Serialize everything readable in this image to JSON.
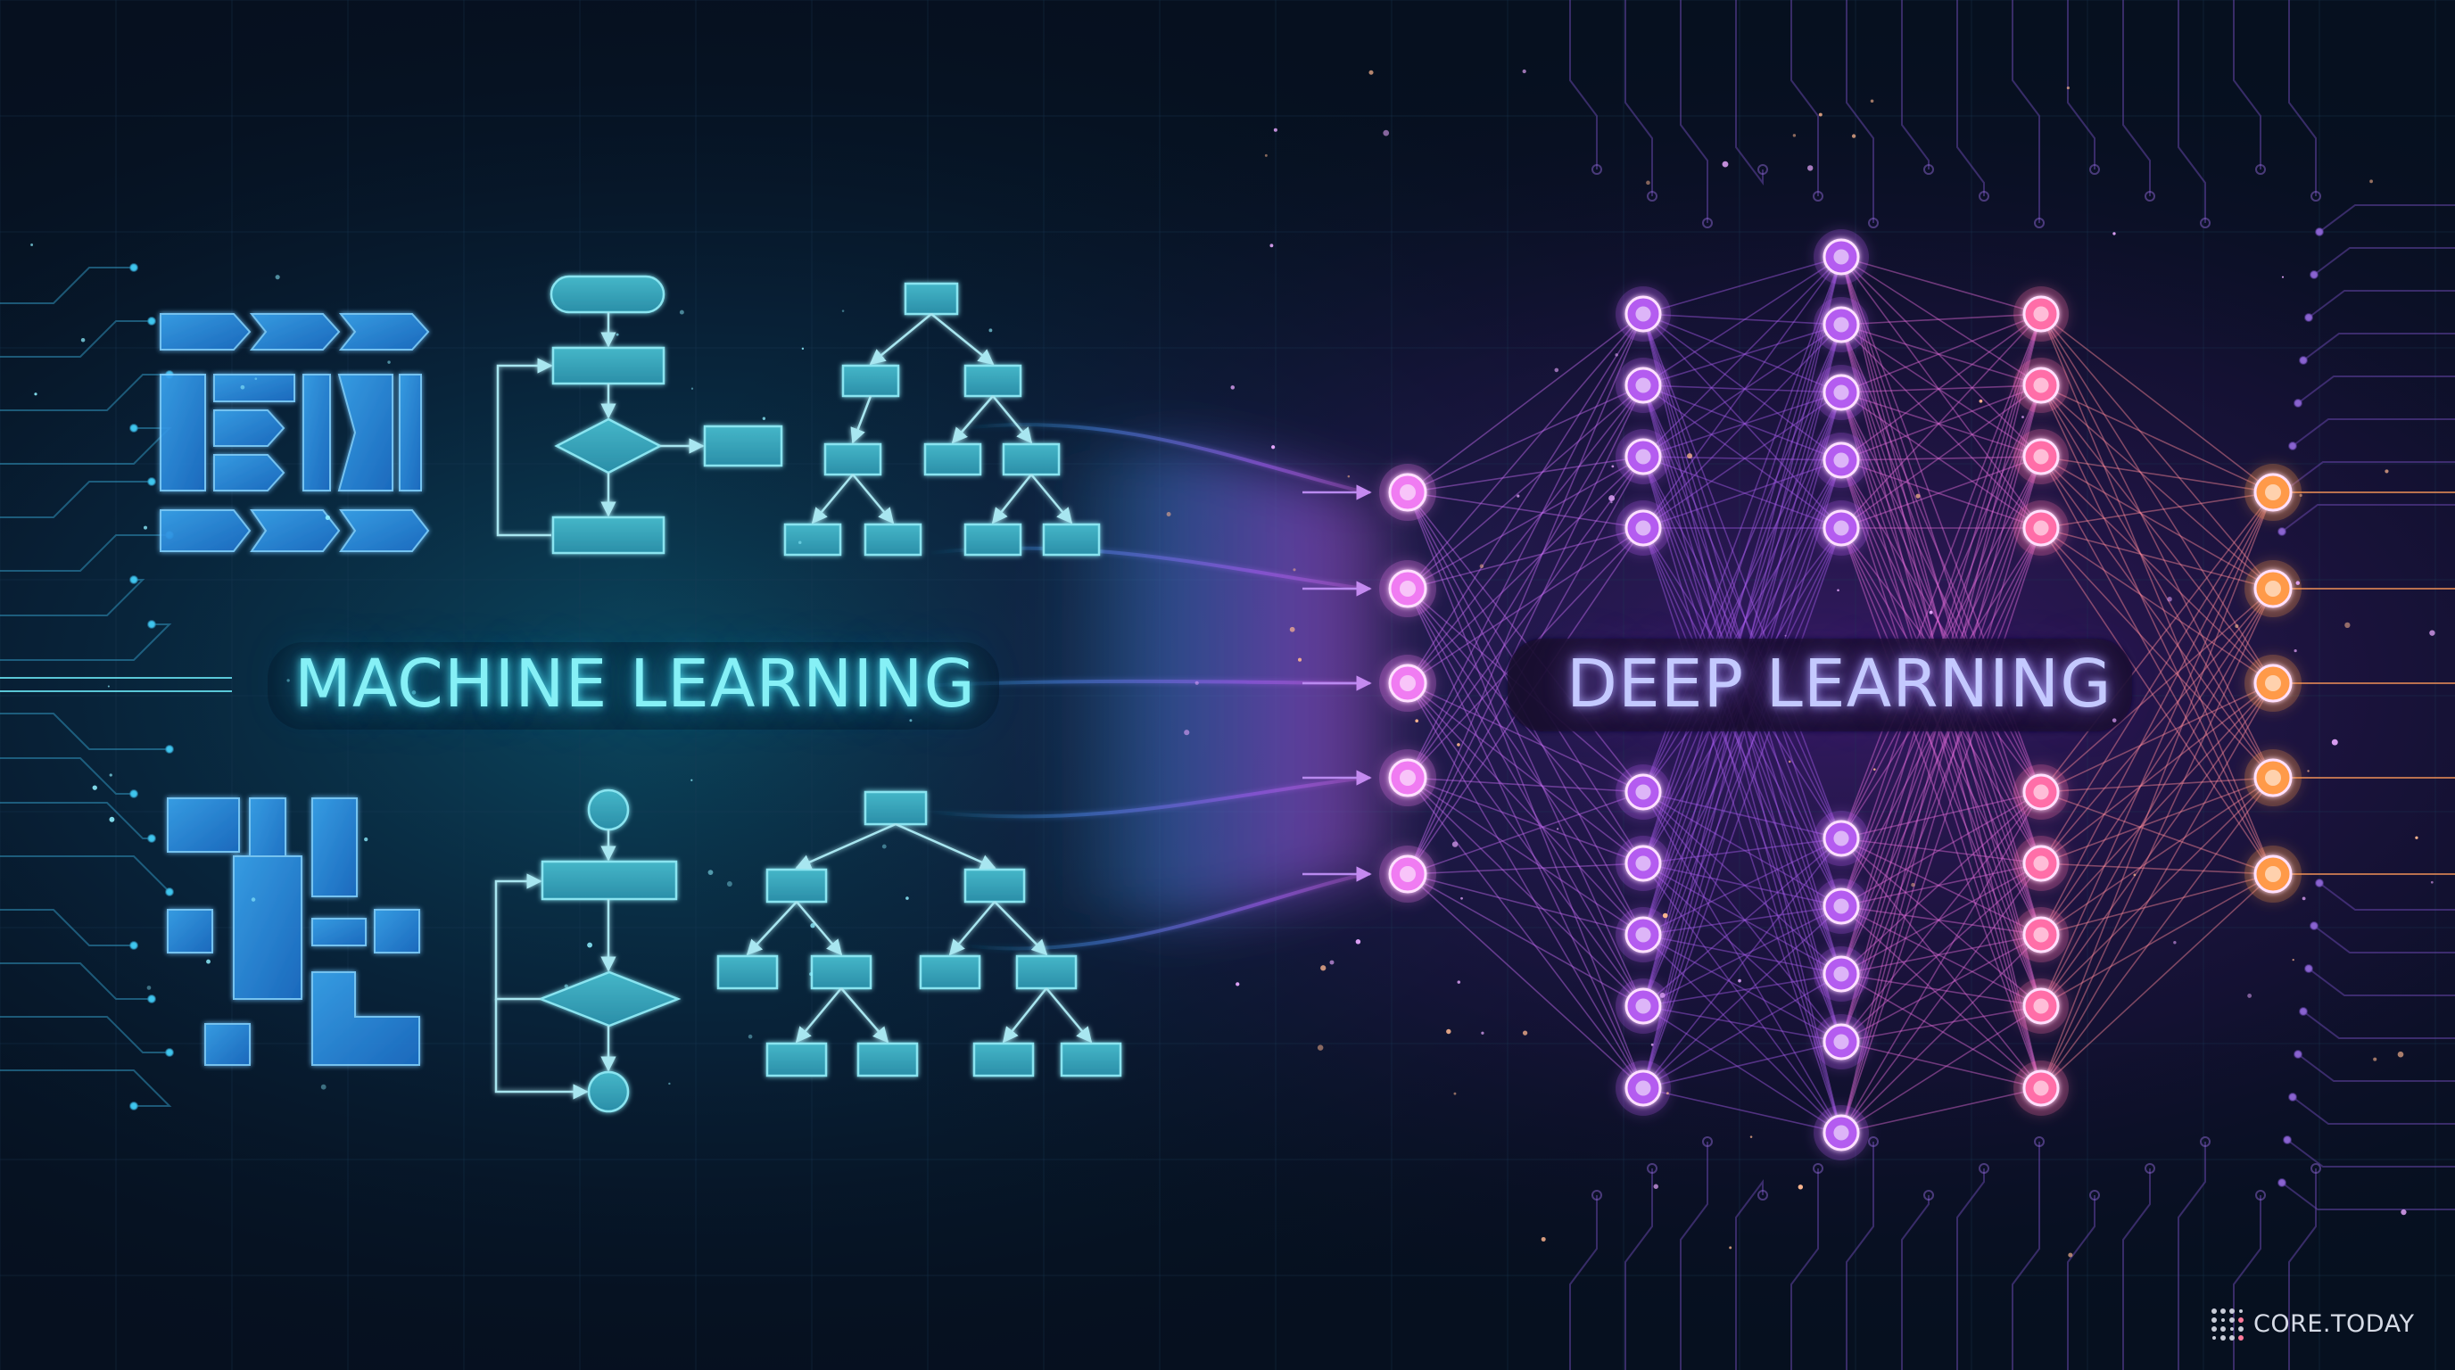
{
  "titles": {
    "machine_learning": "MACHINE LEARNING",
    "deep_learning": "DEEP LEARNING"
  },
  "brand": {
    "name": "CORE.TODAY"
  },
  "colors": {
    "background": "#06101f",
    "ml_accent": "#3fb4e6",
    "ml_text": "#86f0f6",
    "dl_input_nodes": "#f07cf2",
    "dl_hidden_nodes": "#b45cf0",
    "dl_right_nodes": "#ff6ea8",
    "dl_output_nodes": "#ff9a4a",
    "dl_text": "#c4c9ff"
  },
  "icons": [
    "chevron-blocks-icon",
    "flowchart-icon",
    "decision-tree-icon",
    "block-pattern-icon",
    "neural-network-icon",
    "circuit-trace-icon",
    "brand-grid-icon"
  ]
}
